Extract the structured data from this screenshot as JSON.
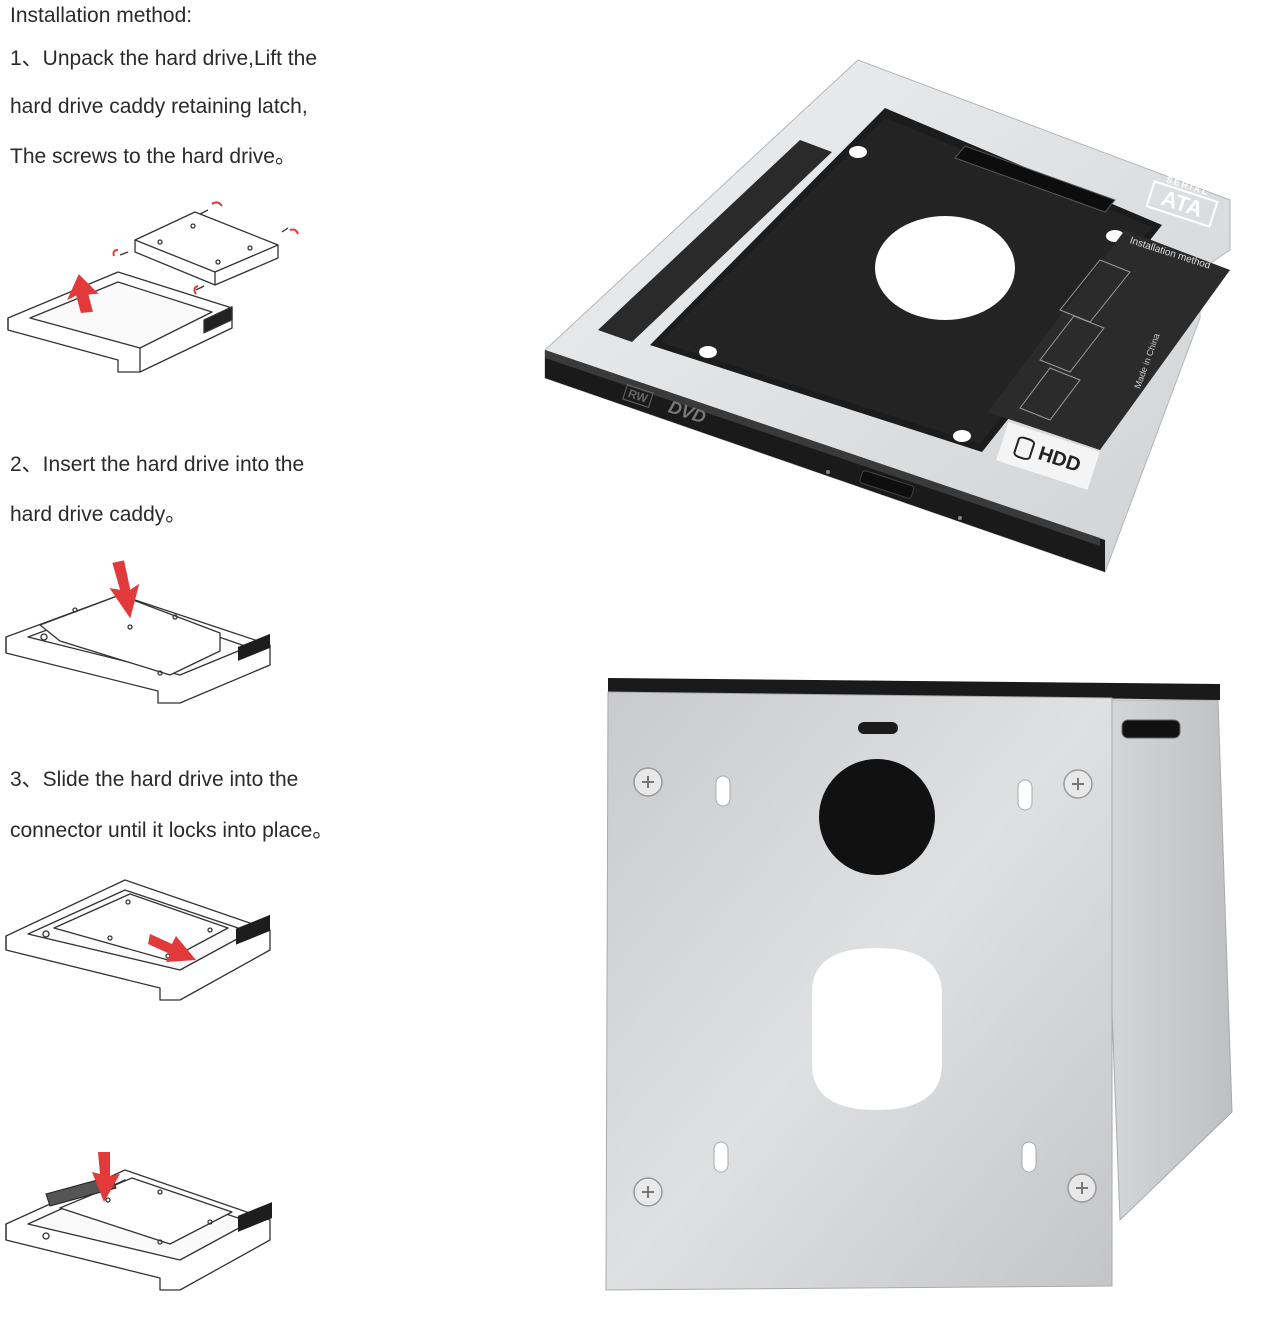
{
  "instructions": {
    "heading": "Installation method:",
    "step1": {
      "line1": "1、Unpack the hard drive,Lift the",
      "line2": " hard drive caddy retaining latch,",
      "line3": "The screws to the hard drive。"
    },
    "step2": {
      "line1": "2、Insert the hard drive into the",
      "line2": "hard drive caddy。"
    },
    "step3": {
      "line1": "3、Slide the hard drive into the",
      "line2": "connector until it locks into place。"
    }
  },
  "product_top": {
    "badge_hdd": "HDD",
    "badge_sata_top": "SERIAL",
    "badge_sata_main": "ATA",
    "label_install": "Installation method",
    "label_made": "Made in China",
    "logo_dvd": "DVD",
    "logo_rw": "RW"
  },
  "colors": {
    "arrow": "#e23a3a",
    "caddy_dark": "#1b1b1b",
    "aluminum": "#d9dadb"
  }
}
